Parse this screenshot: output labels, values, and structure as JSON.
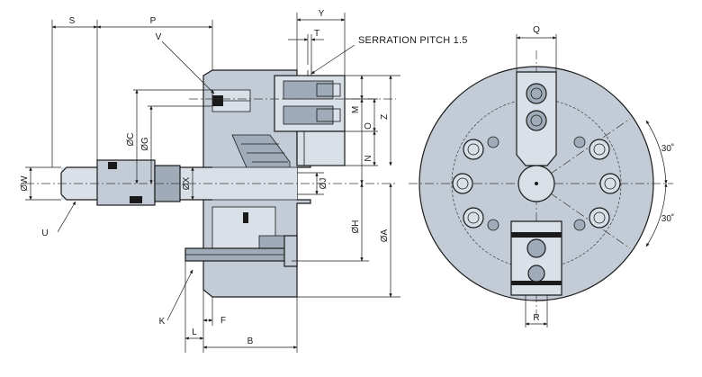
{
  "labels": {
    "S": "S",
    "P": "P",
    "V": "V",
    "Y": "Y",
    "T": "T",
    "serration": "SERRATION PITCH  1.5",
    "Q": "Q",
    "C": "ØC",
    "G": "ØG",
    "W": "ØW",
    "X": "ØX",
    "J": "ØJ",
    "M": "M",
    "O": "O",
    "Z": "Z",
    "N": "N",
    "H": "ØH",
    "A": "ØA",
    "U": "U",
    "K": "K",
    "L": "L",
    "F": "F",
    "B": "B",
    "R": "R",
    "angle_top": "30˚",
    "angle_bottom": "30˚"
  }
}
